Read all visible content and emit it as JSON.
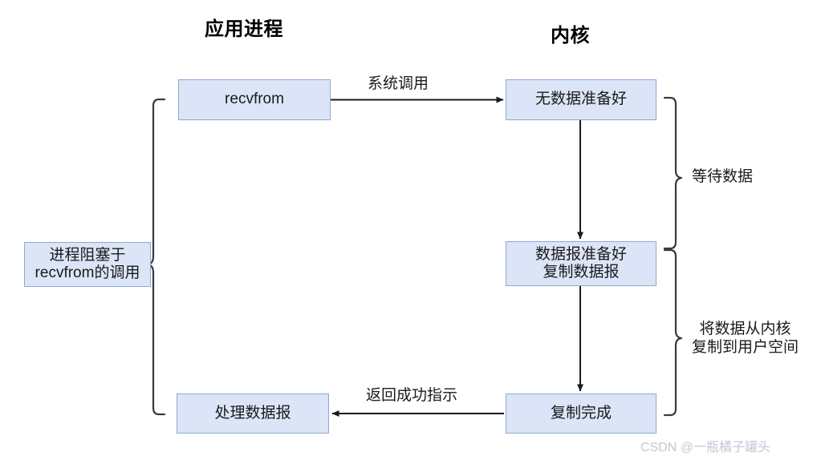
{
  "diagram": {
    "title_columns": {
      "app_process": "应用进程",
      "kernel": "内核"
    },
    "nodes": {
      "recvfrom": "recvfrom",
      "process_blocked": "进程阻塞于\nrecvfrom的调用",
      "process_datagram": "处理数据报",
      "no_data_ready": "无数据准备好",
      "datagram_ready": "数据报准备好\n复制数据报",
      "copy_complete": "复制完成"
    },
    "edge_labels": {
      "system_call": "系统调用",
      "return_success": "返回成功指示"
    },
    "brace_labels": {
      "wait_for_data": "等待数据",
      "copy_kernel_to_user": "将数据从内核\n复制到用户空间"
    },
    "watermark": "CSDN @一瓶橘子罐头",
    "colors": {
      "node_fill": "#dbe5f7",
      "node_border": "#8ea9d3",
      "arrow": "#1a1a1a",
      "brace": "#3b3b3b",
      "text": "#1a1a1a",
      "watermark": "#c3c8d4",
      "background": "#ffffff"
    }
  }
}
